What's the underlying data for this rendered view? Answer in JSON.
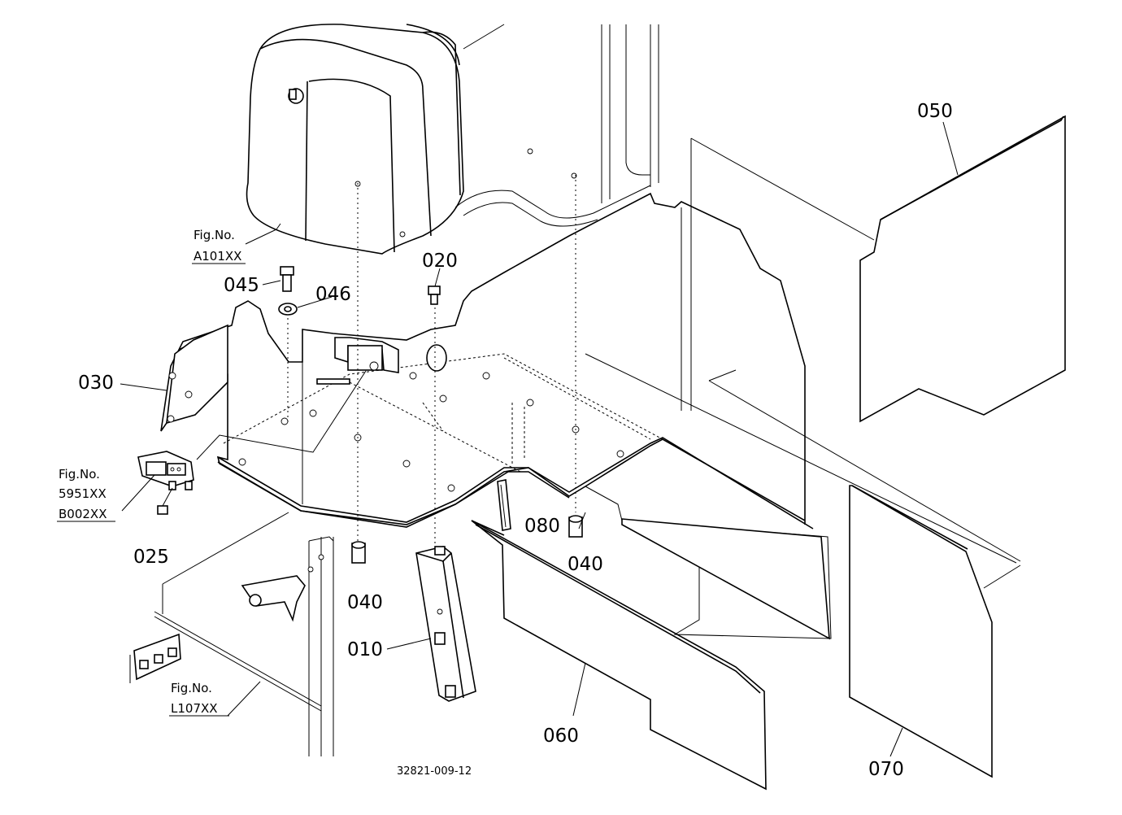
{
  "document_number": "32821-009-12",
  "part_labels": [
    {
      "key": "p050",
      "text": "050"
    },
    {
      "key": "p020",
      "text": "020"
    },
    {
      "key": "p045",
      "text": "045"
    },
    {
      "key": "p046",
      "text": "046"
    },
    {
      "key": "p030",
      "text": "030"
    },
    {
      "key": "p025",
      "text": "025"
    },
    {
      "key": "p080",
      "text": "080"
    },
    {
      "key": "p040a",
      "text": "040"
    },
    {
      "key": "p040b",
      "text": "040"
    },
    {
      "key": "p010",
      "text": "010"
    },
    {
      "key": "p060",
      "text": "060"
    },
    {
      "key": "p070",
      "text": "070"
    }
  ],
  "figure_references": [
    {
      "key": "ref-a101",
      "title": "Fig.No.",
      "lines": [
        "A101XX"
      ]
    },
    {
      "key": "ref-5951",
      "title": "Fig.No.",
      "lines": [
        "5951XX",
        "B002XX"
      ]
    },
    {
      "key": "ref-l107",
      "title": "Fig.No.",
      "lines": [
        "L107XX"
      ]
    }
  ]
}
